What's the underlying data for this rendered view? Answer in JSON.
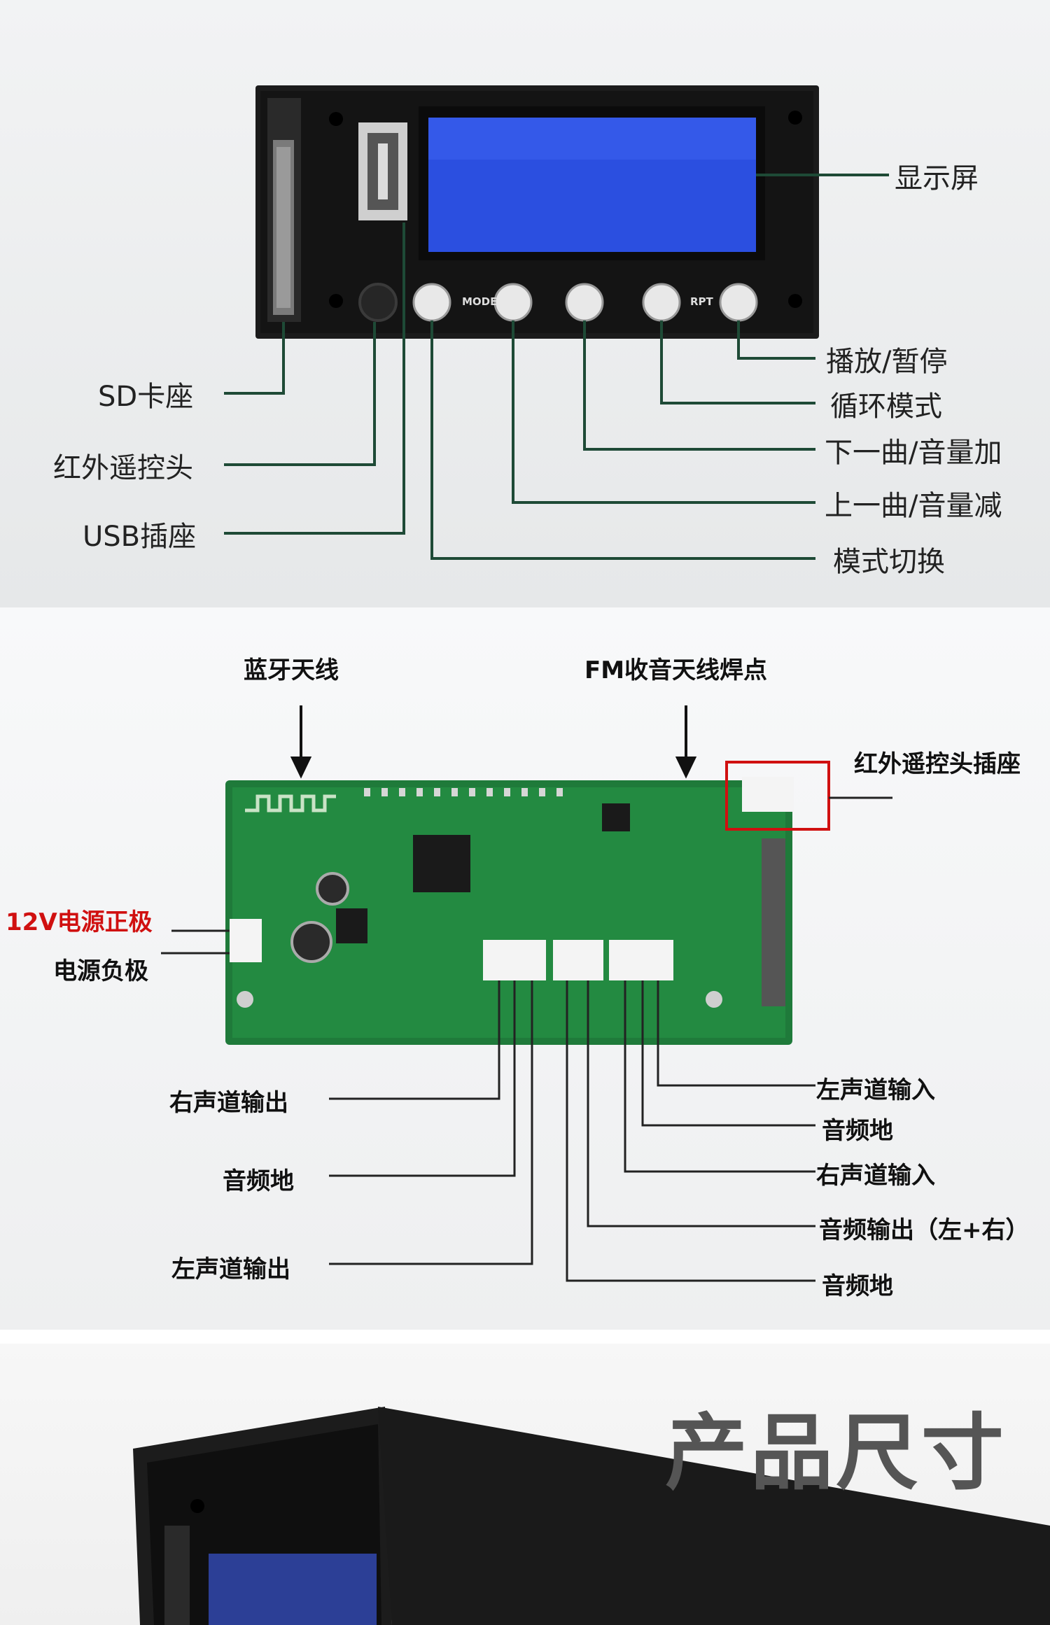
{
  "panel1": {
    "title": "",
    "labels": {
      "display": "显示屏",
      "play_pause": "播放/暂停",
      "repeat_mode": "循环模式",
      "next_vol_up": "下一曲/音量加",
      "prev_vol_down": "上一曲/音量减",
      "mode_switch": "模式切换",
      "sd_slot": "SD卡座",
      "ir_receiver": "红外遥控头",
      "usb_socket": "USB插座"
    },
    "button_marks": {
      "mode": "MODE",
      "rpt": "RPT"
    }
  },
  "panel2": {
    "labels": {
      "bt_antenna": "蓝牙天线",
      "fm_antenna": "FM收音天线焊点",
      "ir_socket": "红外遥控头插座",
      "power_pos": "12V电源正极",
      "power_neg": "电源负极",
      "right_out": "右声道输出",
      "audio_gnd_1": "音频地",
      "left_out": "左声道输出",
      "left_in": "左声道输入",
      "audio_gnd_2": "音频地",
      "right_in": "右声道输入",
      "audio_out_lr": "音频输出（左+右）",
      "audio_gnd_3": "音频地"
    },
    "accent_color": "#d01010"
  },
  "panel3": {
    "title": "产品尺寸"
  }
}
